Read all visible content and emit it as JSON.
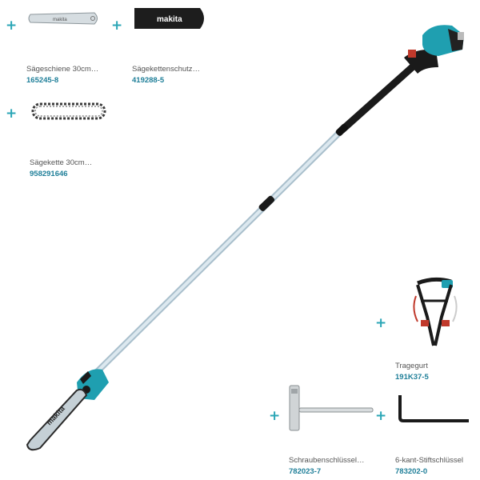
{
  "colors": {
    "accent": "#2aa6b6",
    "code": "#1f7f99",
    "teal_body": "#1f9fb0",
    "black": "#1a1a1a",
    "silver": "#c9d6df"
  },
  "accessories": [
    {
      "name": "Sägeschiene 30cm…",
      "code": "165245-8",
      "icon": "guide-bar-image"
    },
    {
      "name": "Sägekettenschutz…",
      "code": "419288-5",
      "icon": "chain-guard-image"
    },
    {
      "name": "Sägekette 30cm…",
      "code": "958291646",
      "icon": "saw-chain-image"
    },
    {
      "name": "Tragegurt",
      "code": "191K37-5",
      "icon": "shoulder-harness-image"
    },
    {
      "name": "Schraubenschlüssel…",
      "code": "782023-7",
      "icon": "socket-wrench-image"
    },
    {
      "name": "6-kant-Stiftschlüssel",
      "code": "783202-0",
      "icon": "hex-key-image"
    }
  ],
  "plus_symbol": "+",
  "brand_logo": "makita"
}
